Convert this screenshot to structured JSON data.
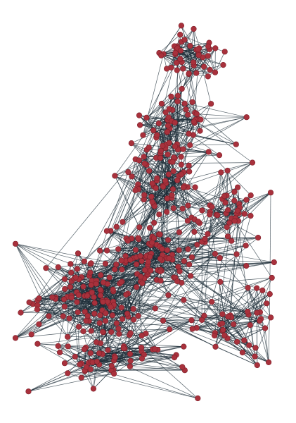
{
  "graph": {
    "type": "network",
    "layout": "force-directed",
    "node_count_visible_estimate": 520,
    "colors": {
      "background": "#ffffff",
      "node_fill": "#a8313c",
      "node_stroke": "#7d1f29",
      "edge": "#1f2f3a"
    },
    "clusters": [
      {
        "name": "top-cluster",
        "relative_size": 45
      },
      {
        "name": "upper-middle-cluster",
        "relative_size": 55
      },
      {
        "name": "middle-column",
        "relative_size": 70
      },
      {
        "name": "right-lobe-upper",
        "relative_size": 40
      },
      {
        "name": "central-hub",
        "relative_size": 90
      },
      {
        "name": "dense-left-core",
        "relative_size": 120
      },
      {
        "name": "lower-left-fan",
        "relative_size": 60
      },
      {
        "name": "right-lobe-lower",
        "relative_size": 45
      }
    ]
  }
}
